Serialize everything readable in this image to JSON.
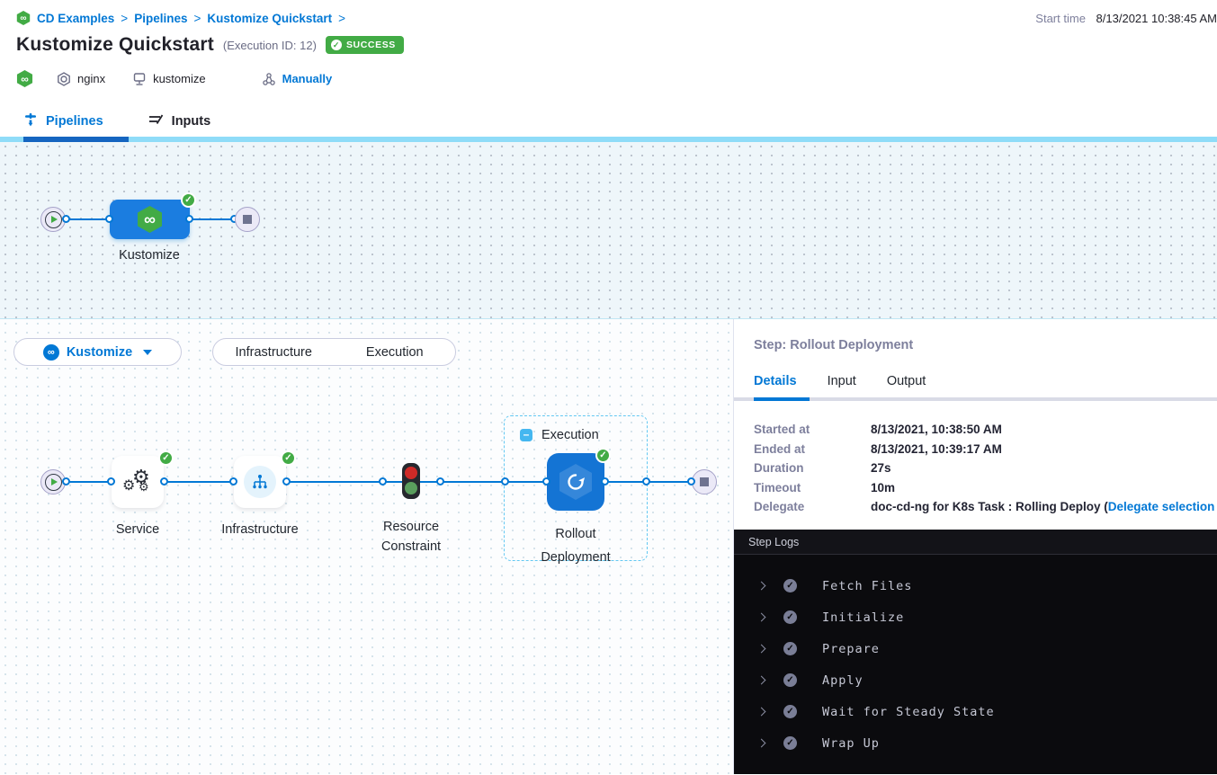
{
  "header": {
    "breadcrumb": [
      "CD Examples",
      "Pipelines",
      "Kustomize Quickstart"
    ],
    "separator": ">",
    "title": "Kustomize Quickstart",
    "execution_id_label": "(Execution ID: 12)",
    "status_badge": "SUCCESS",
    "tags": {
      "service": "nginx",
      "environment": "kustomize",
      "trigger": "Manually"
    },
    "start_time_label": "Start time",
    "start_time_value": "8/13/2021 10:38:45 AM"
  },
  "tabs": {
    "pipelines": "Pipelines",
    "inputs": "Inputs"
  },
  "pipeline_graph": {
    "stage_label": "Kustomize"
  },
  "execution_view": {
    "stage_selector_label": "Kustomize",
    "toggle": {
      "infrastructure": "Infrastructure",
      "execution": "Execution"
    },
    "group_label": "Execution",
    "nodes": {
      "service": "Service",
      "infrastructure": "Infrastructure",
      "resource_line1": "Resource",
      "resource_line2": "Constraint",
      "rollout_line1": "Rollout",
      "rollout_line2": "Deployment"
    }
  },
  "step_panel": {
    "title": "Step: Rollout Deployment",
    "tabs": [
      "Details",
      "Input",
      "Output"
    ],
    "details_rows": [
      {
        "label": "Started at",
        "value": "8/13/2021, 10:38:50 AM"
      },
      {
        "label": "Ended at",
        "value": "8/13/2021, 10:39:17 AM"
      },
      {
        "label": "Duration",
        "value": "27s"
      },
      {
        "label": "Timeout",
        "value": "10m"
      },
      {
        "label": "Delegate"
      }
    ],
    "delegate_prefix": "doc-cd-ng for K8s Task : Rolling Deploy (",
    "delegate_link": "Delegate selection logs",
    "delegate_suffix": ")"
  },
  "step_logs": {
    "title": "Step Logs",
    "entries": [
      "Fetch Files",
      "Initialize",
      "Prepare",
      "Apply",
      "Wait for Steady State",
      "Wrap Up"
    ]
  },
  "colors": {
    "accent_blue": "#0278d5",
    "success_green": "#42ab45",
    "node_blue": "#1474d4",
    "log_background": "#0b0b0e"
  }
}
